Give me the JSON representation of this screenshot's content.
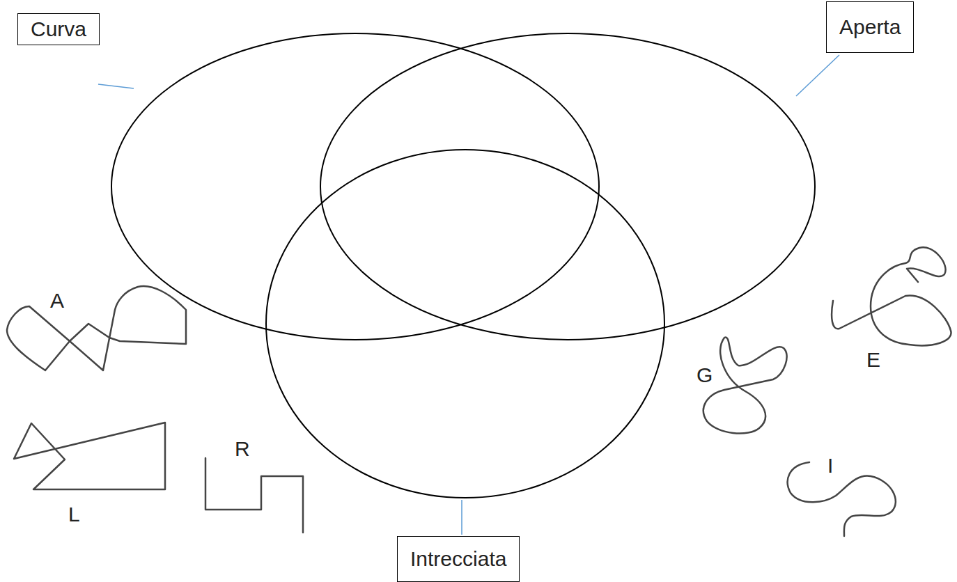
{
  "diagram": {
    "nodes": [
      {
        "text": [
          "Curva"
        ]
      },
      {
        "text": [
          "Aperta"
        ]
      },
      {
        "text": [
          "Intrecciata"
        ]
      }
    ],
    "labels": [
      "A",
      "L",
      "R",
      "G",
      "E",
      "I"
    ]
  }
}
